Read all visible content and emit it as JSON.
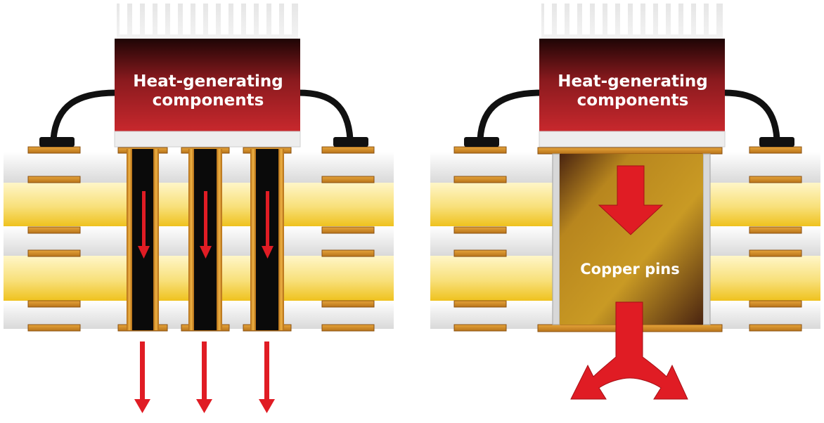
{
  "left_panel": {
    "chip_label_line1": "Heat-generating",
    "chip_label_line2": "components"
  },
  "right_panel": {
    "chip_label_line1": "Heat-generating",
    "chip_label_line2": "components",
    "copper_label": "Copper pins"
  },
  "colors": {
    "chip_top": "#2a0808",
    "chip_bottom": "#c0262b",
    "substrate": "#e9e9e9",
    "gold_layer": "#f5d23a",
    "pad": "#d08a22",
    "via_fill": "#0a0a0a",
    "copper_light": "#d4a72c",
    "copper_dark": "#4a2410",
    "arrow": "#e01c24",
    "wire": "#111111"
  },
  "icons": {
    "heat_arrow": "arrow-down-icon",
    "split_arrow": "split-arrow-icon"
  }
}
